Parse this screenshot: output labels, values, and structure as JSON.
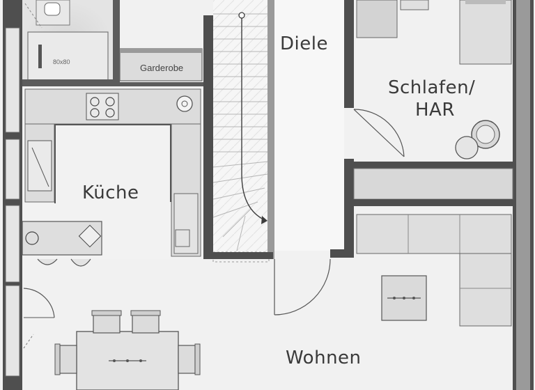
{
  "rooms": {
    "diele": "Diele",
    "schlafen_line1": "Schlafen/",
    "schlafen_line2": "HAR",
    "kueche": "Küche",
    "wohnen": "Wohnen",
    "garderobe": "Garderobe"
  },
  "fixtures": {
    "shower_size": "80x80"
  },
  "colors": {
    "wall": "#5c5c5c",
    "wall_dark": "#3f3f3f",
    "floor": "#f0f0f0",
    "fixture_fill": "#d9d9d9",
    "line": "#777777"
  }
}
